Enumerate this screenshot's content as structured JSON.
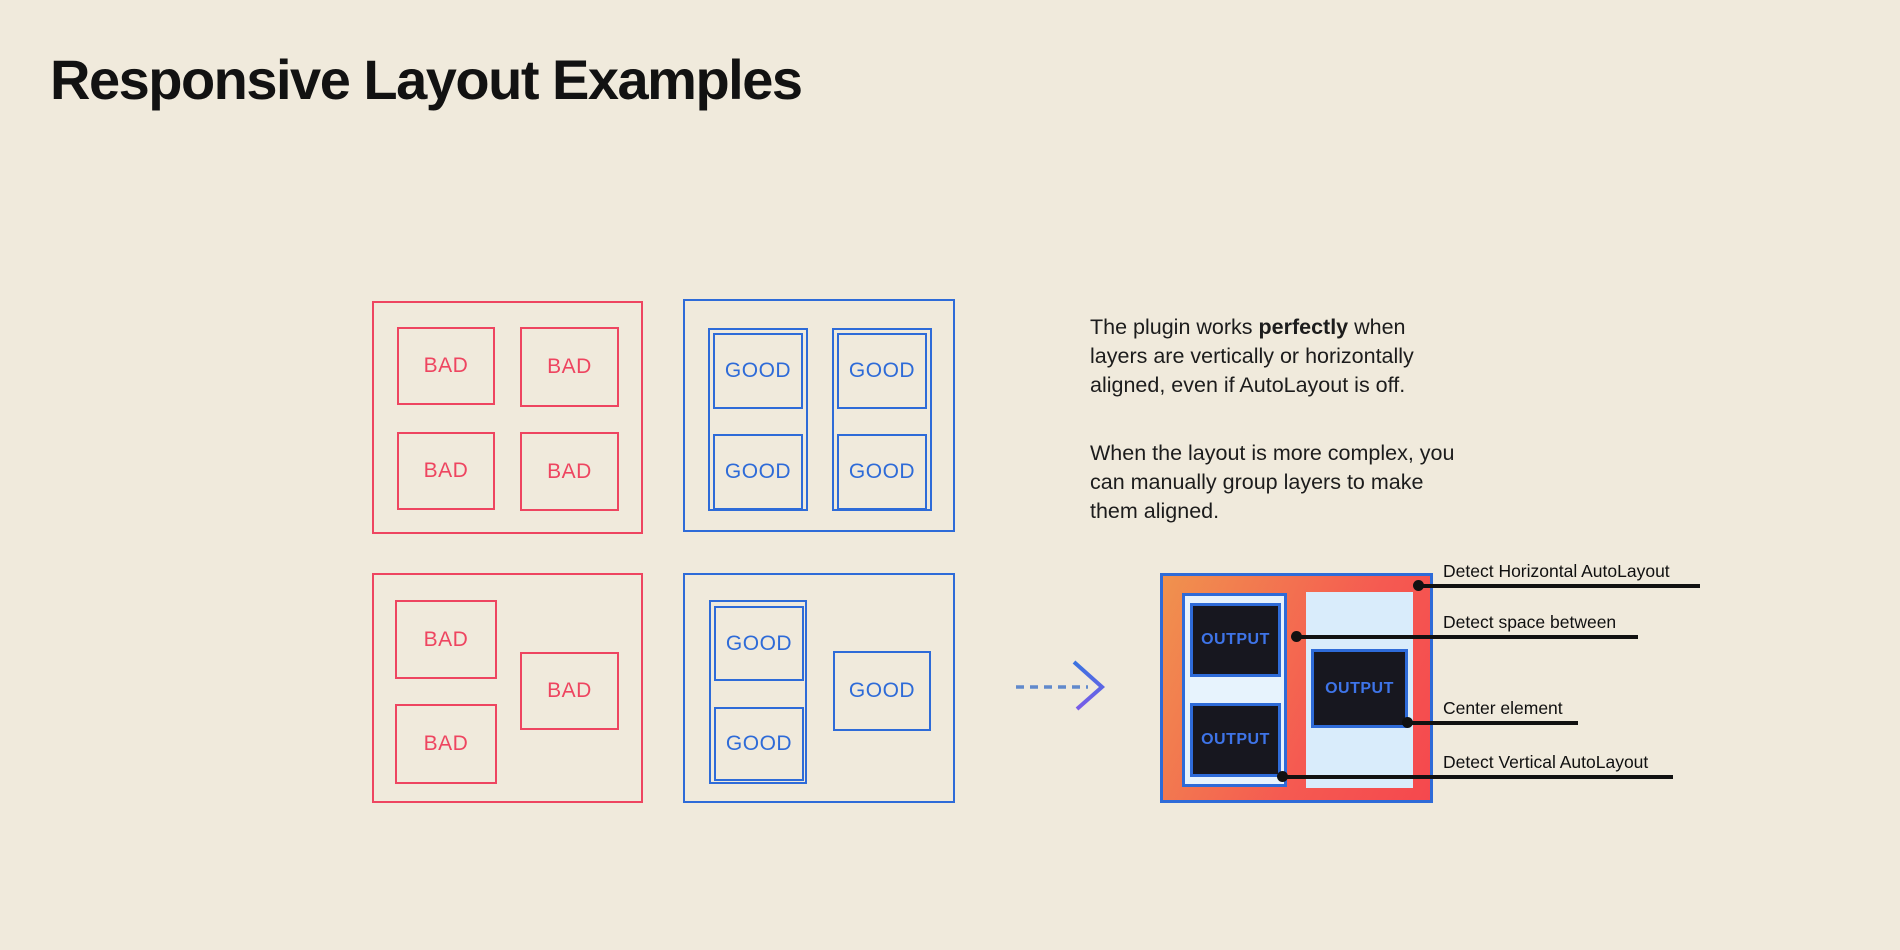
{
  "page": {
    "title": "Responsive Layout Examples"
  },
  "labels": {
    "bad": "BAD",
    "good": "GOOD",
    "output": "OUTPUT"
  },
  "colors": {
    "background": "#F0EADC",
    "bad_red": "#EE4560",
    "good_blue": "#2E6BD8",
    "output_dark_box": "#17171F",
    "output_panel_light_blue": "#D9ECFB",
    "output_column_fill": "#E7F3FD",
    "frame_gradient_start": "#F0924E",
    "frame_gradient_end": "#F5484E",
    "annotation_black": "#111111"
  },
  "description": {
    "line1_pre": "The plugin works ",
    "line1_bold": "perfectly",
    "line1_post": " when",
    "line2": "layers are vertically or horizontally",
    "line3": "aligned, even if AutoLayout is off.",
    "line4": "When the layout is more complex, you",
    "line5": "can manually group layers to make",
    "line6": "them aligned."
  },
  "annotations": {
    "horizontal": "Detect Horizontal AutoLayout",
    "space": "Detect space between",
    "center": "Center element",
    "vertical": "Detect Vertical AutoLayout"
  }
}
